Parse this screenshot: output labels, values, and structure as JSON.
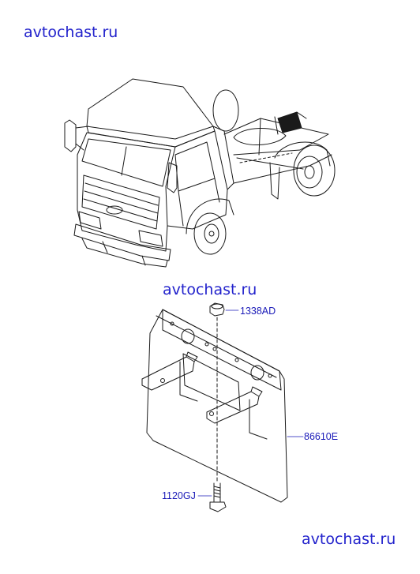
{
  "watermarks": {
    "top": "avtochast.ru",
    "middle": "avtochast.ru",
    "bottom": "avtochast.ru"
  },
  "parts": [
    {
      "code": "1338AD",
      "name": "nut"
    },
    {
      "code": "86610E",
      "name": "mud-flap"
    },
    {
      "code": "1120GJ",
      "name": "bolt"
    }
  ],
  "colors": {
    "line": "#1a1a1a",
    "watermark": "#2222cc",
    "label": "#1a1ab8",
    "leader": "#1a1ab8"
  }
}
